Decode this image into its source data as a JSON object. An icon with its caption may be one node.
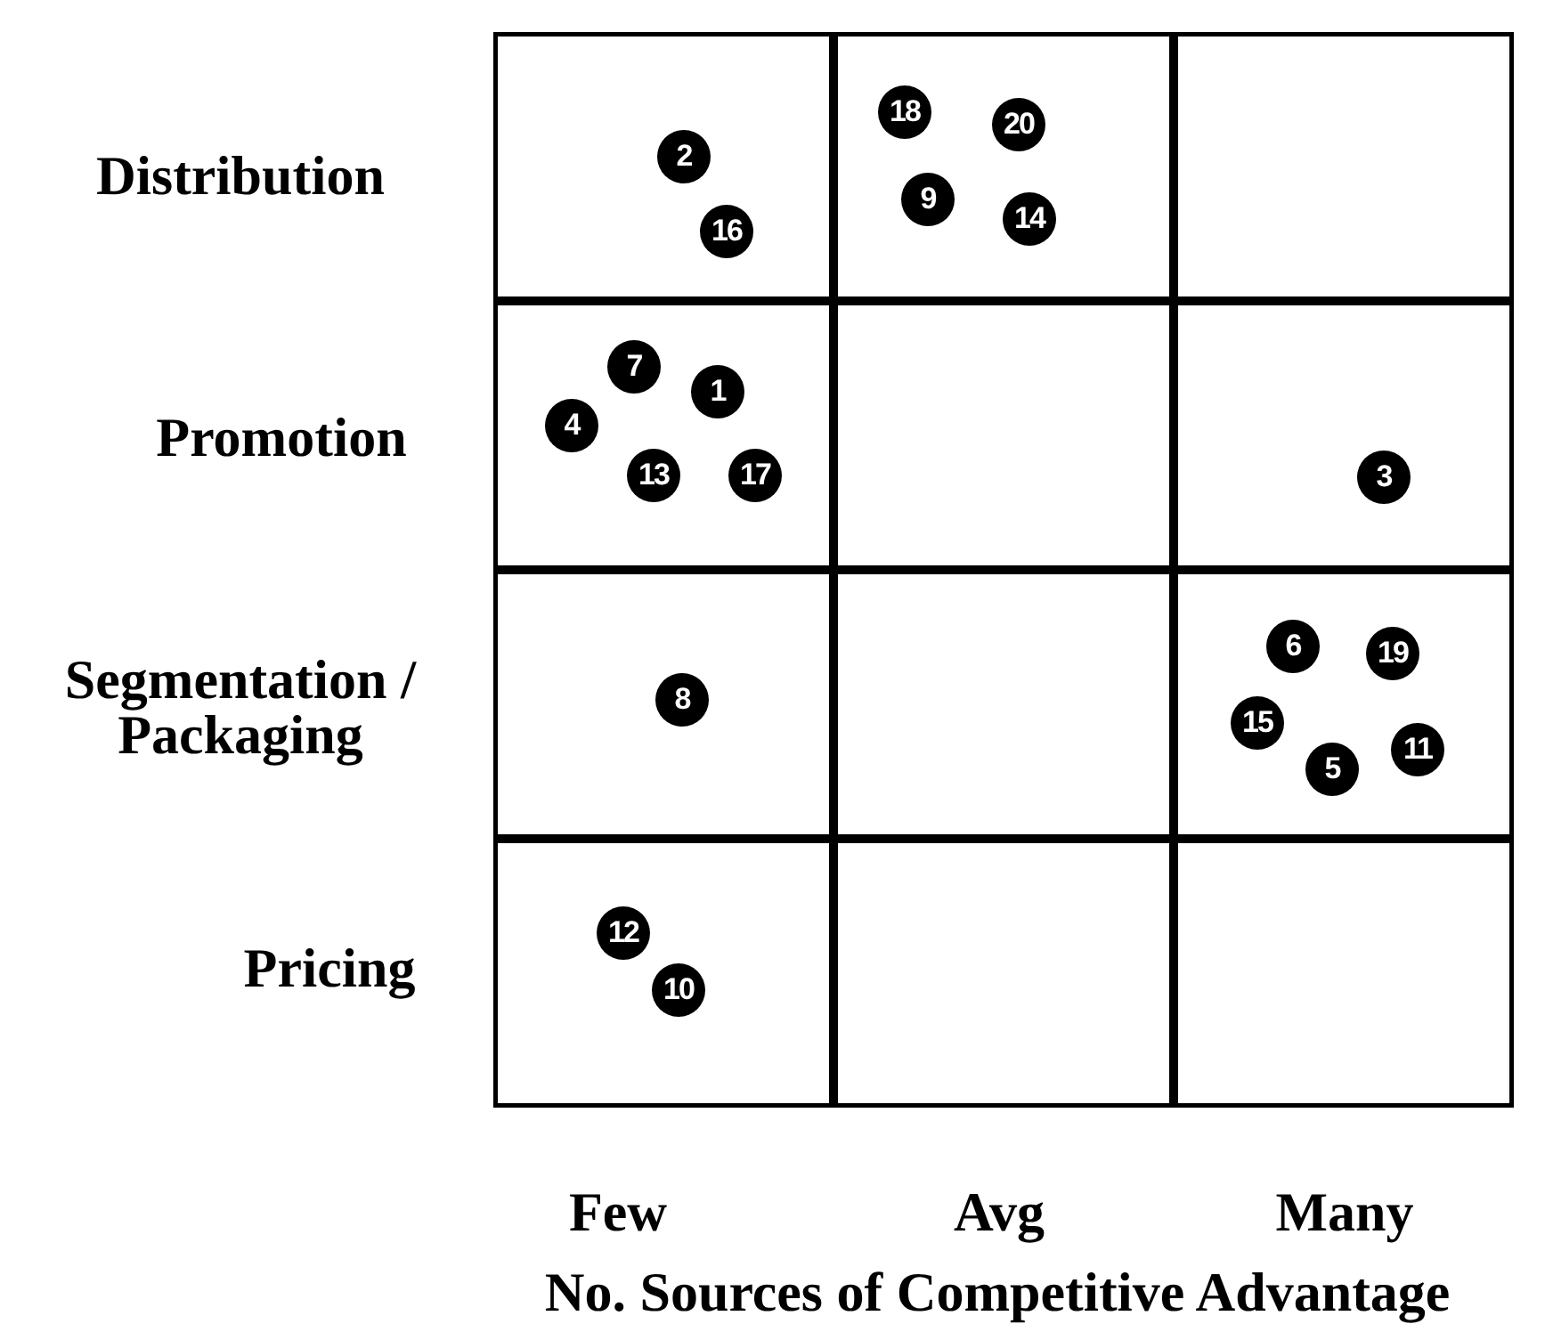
{
  "diagram": {
    "nodes": [
      {
        "text": [],
        "shape": "box"
      },
      {
        "text": [],
        "shape": "box"
      },
      {
        "text": [],
        "shape": "box"
      },
      {
        "text": [],
        "shape": "box"
      },
      {
        "text": [],
        "shape": "box"
      },
      {
        "text": [],
        "shape": "box"
      },
      {
        "text": [],
        "shape": "box"
      },
      {
        "text": [],
        "shape": "box"
      },
      {
        "text": [],
        "shape": "box"
      },
      {
        "text": [],
        "shape": "box"
      },
      {
        "text": [],
        "shape": "box"
      },
      {
        "text": [],
        "shape": "box"
      },
      {
        "text": [
          "2"
        ],
        "in": 0
      },
      {
        "text": [
          "16"
        ],
        "in": 0
      },
      {
        "text": [
          "18"
        ],
        "in": 1
      },
      {
        "text": [
          "20"
        ],
        "in": 1
      },
      {
        "text": [
          "9"
        ],
        "in": 1
      },
      {
        "text": [
          "14"
        ],
        "in": 1
      },
      {
        "text": [
          "7"
        ],
        "in": 3
      },
      {
        "text": [
          "1"
        ],
        "in": 3
      },
      {
        "text": [
          "4"
        ],
        "in": 3
      },
      {
        "text": [
          "13"
        ],
        "in": 3
      },
      {
        "text": [
          "17"
        ],
        "in": 3
      },
      {
        "text": [
          "3"
        ],
        "in": 5
      },
      {
        "text": [
          "8"
        ],
        "in": 6
      },
      {
        "text": [
          "6"
        ],
        "in": 8
      },
      {
        "text": [
          "19"
        ],
        "in": 8
      },
      {
        "text": [
          "15"
        ],
        "in": 8
      },
      {
        "text": [
          "5"
        ],
        "in": 8
      },
      {
        "text": [
          "11"
        ],
        "in": 8
      },
      {
        "text": [
          "12"
        ],
        "in": 9
      },
      {
        "text": [
          "10"
        ],
        "in": 9
      }
    ],
    "edges": [],
    "labels": [
      "Distribution",
      "Promotion",
      "Segmentation / Packaging",
      "Pricing",
      "Few",
      "Avg",
      "Many",
      "No. Sources of Competitive Advantage"
    ]
  }
}
